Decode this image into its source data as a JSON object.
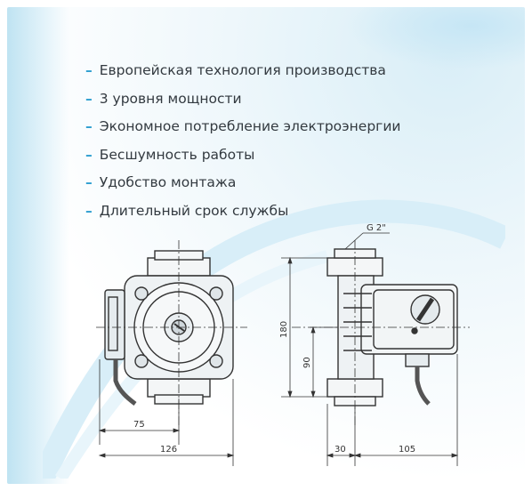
{
  "features": [
    "Европейская технология производства",
    "3 уровня мощности",
    "Экономное потребление электроэнергии",
    "Бесшумность работы",
    "Удобство монтажа",
    "Длительный срок службы"
  ],
  "dash": "–",
  "drawing": {
    "thread_label": "G 2\"",
    "dim_height_total": "180",
    "dim_height_axis": "90",
    "dim_width_axis": "75",
    "dim_width_total": "126",
    "dim_side_left": "30",
    "dim_side_right": "105"
  },
  "colors": {
    "accent": "#2f9fd0",
    "text": "#333a40",
    "line": "#333333",
    "water": "#bfe3f2"
  }
}
